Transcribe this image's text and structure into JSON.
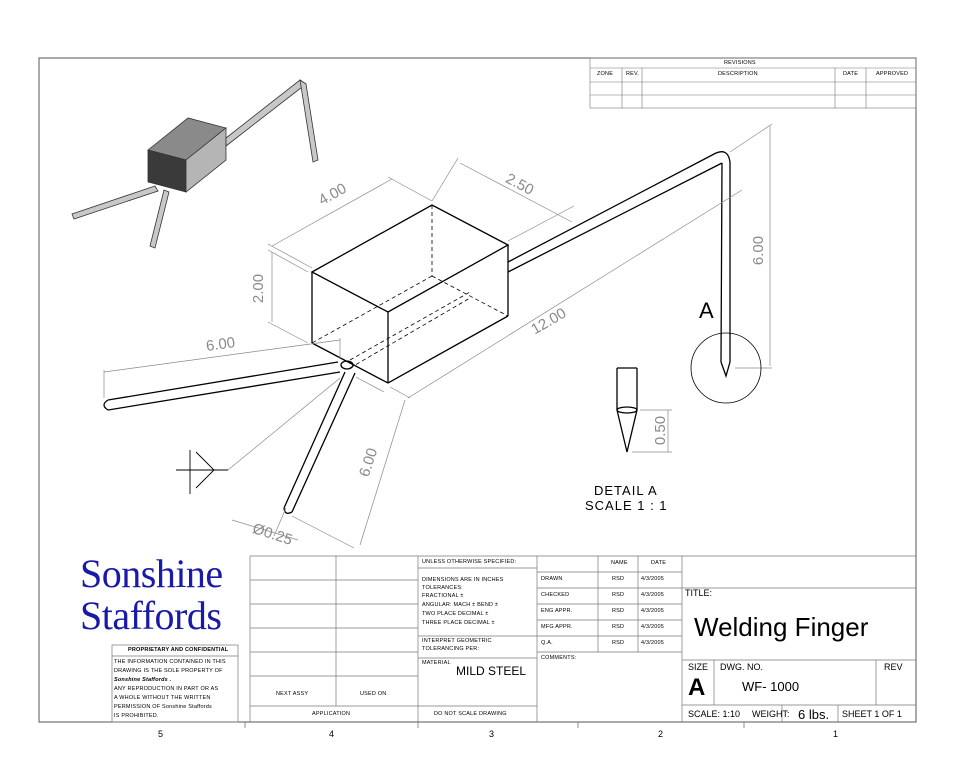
{
  "revisions": {
    "title": "REVISIONS",
    "headers": [
      "ZONE",
      "REV.",
      "DESCRIPTION",
      "DATE",
      "APPROVED"
    ]
  },
  "dimensions": {
    "d_4": "4.00",
    "d_2_5": "2.50",
    "d_2": "2.00",
    "d_12": "12.00",
    "d_6_top": "6.00",
    "d_6_left": "6.00",
    "d_6_leg": "6.00",
    "d_diam": "Ø0.25",
    "d_half": "0.50"
  },
  "detail": {
    "callout": "A",
    "label": "DETAIL A",
    "scale": "SCALE 1 : 1"
  },
  "logo": {
    "line1": "Sonshine",
    "line2": "Staffords"
  },
  "proprietary": {
    "heading": "PROPRIETARY AND CONFIDENTIAL",
    "lines": [
      "THE INFORMATION CONTAINED IN THIS",
      "DRAWING IS THE SOLE PROPERTY OF",
      "Sonshine Staffords .",
      "ANY REPRODUCTION IN PART OR AS",
      "A WHOLE WITHOUT THE WRITTEN",
      "PERMISSION OF  Sonshine Staffords",
      "IS PROHIBITED."
    ]
  },
  "application": {
    "next_assy": "NEXT ASSY",
    "used_on": "USED ON",
    "label": "APPLICATION"
  },
  "tolerances": {
    "heading": "UNLESS OTHERWISE SPECIFIED:",
    "lines": [
      "DIMENSIONS ARE IN INCHES",
      "TOLERANCES:",
      "FRACTIONAL ±",
      "ANGULAR: MACH ±    BEND ±",
      "TWO PLACE DECIMAL    ±",
      "THREE PLACE DECIMAL  ±"
    ],
    "interp": [
      "INTERPRET GEOMETRIC",
      "TOLERANCING PER:"
    ],
    "material_label": "MATERIAL",
    "material_value": "MILD STEEL",
    "no_scale": "DO NOT SCALE DRAWING"
  },
  "approvals": {
    "headers": [
      "",
      "NAME",
      "DATE"
    ],
    "rows": [
      {
        "role": "DRAWN",
        "name": "RSD",
        "date": "4/3/2005"
      },
      {
        "role": "CHECKED",
        "name": "RSD",
        "date": "4/3/2005"
      },
      {
        "role": "ENG APPR.",
        "name": "RSD",
        "date": "4/3/2005"
      },
      {
        "role": "MFG APPR.",
        "name": "RSD",
        "date": "4/3/2005"
      },
      {
        "role": "Q.A.",
        "name": "RSD",
        "date": "4/3/2005"
      }
    ],
    "comments": "COMMENTS:"
  },
  "title_block": {
    "title_label": "TITLE:",
    "title": "Welding Finger",
    "size_label": "SIZE",
    "size": "A",
    "dwg_no_label": "DWG.  NO.",
    "dwg_no": "WF- 1000",
    "rev_label": "REV",
    "scale": "SCALE: 1:10",
    "weight_label": "WEIGHT:",
    "weight": "6 lbs.",
    "sheet": "SHEET 1 OF 1"
  },
  "zones": [
    "5",
    "4",
    "3",
    "2",
    "1"
  ]
}
